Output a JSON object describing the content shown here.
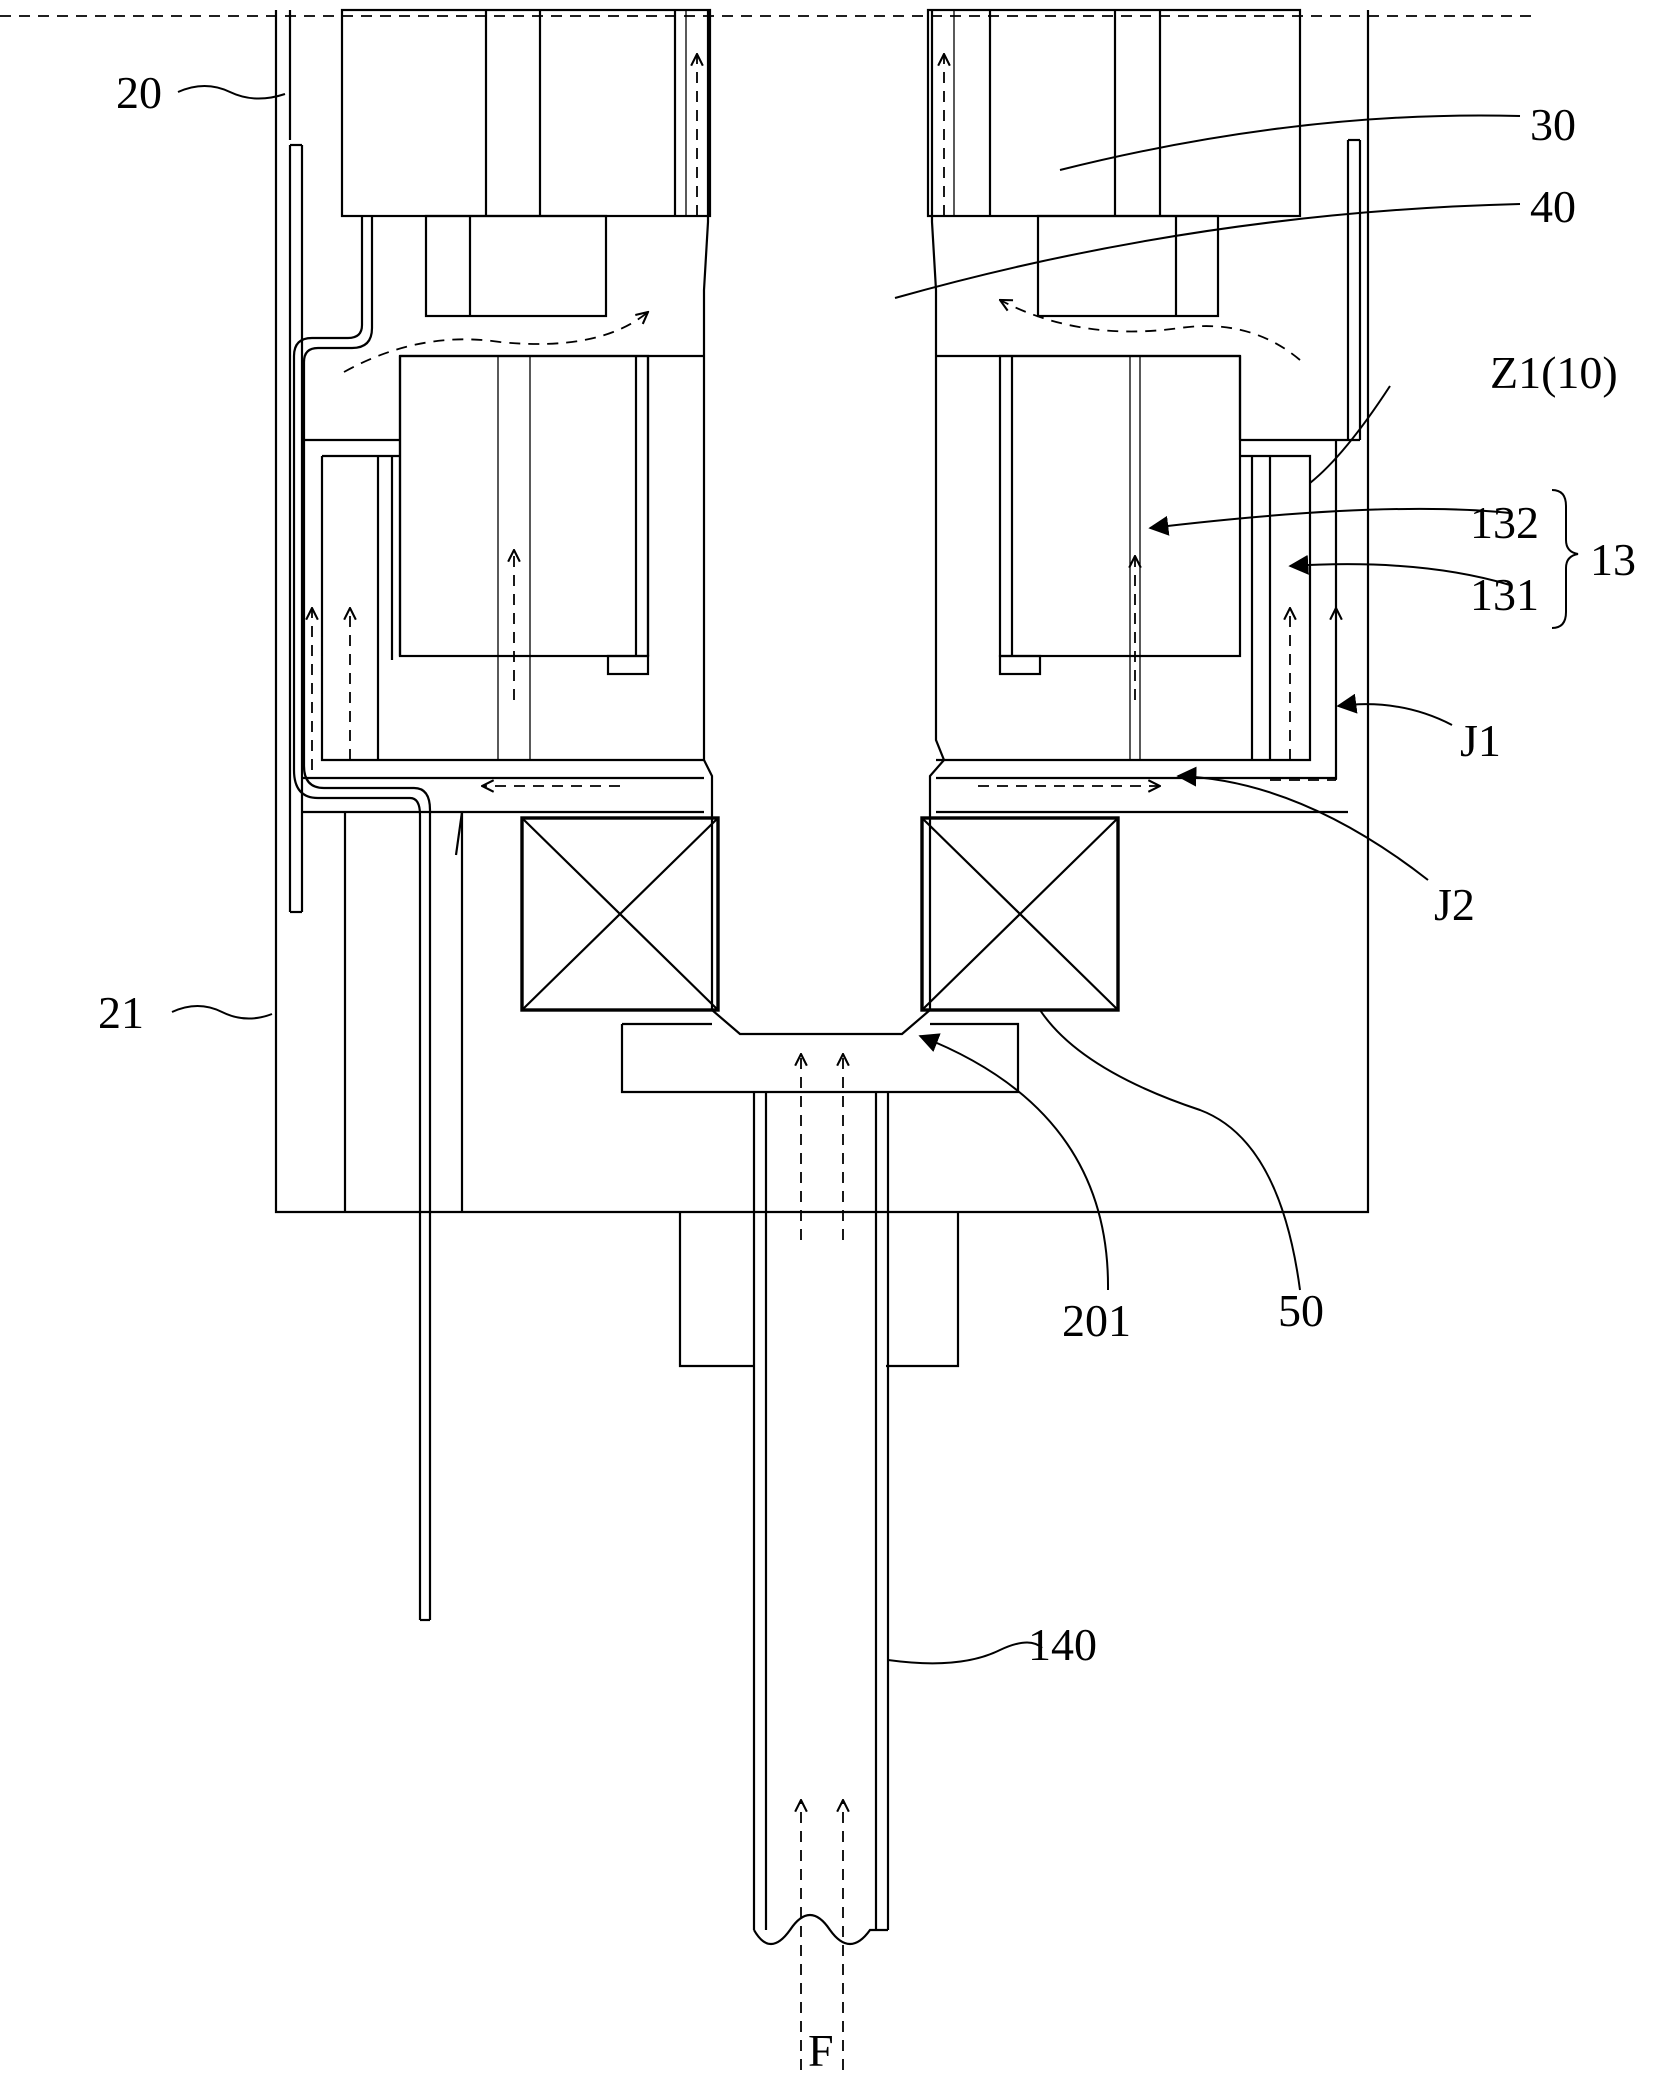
{
  "figure": {
    "labels": {
      "l20": "20",
      "l30": "30",
      "l40": "40",
      "lZ1": "Z1(10)",
      "l132": "132",
      "l131": "131",
      "l13": "13",
      "lJ1": "J1",
      "lJ2": "J2",
      "l21": "21",
      "l201": "201",
      "l50": "50",
      "l140": "140",
      "lF": "F"
    }
  }
}
